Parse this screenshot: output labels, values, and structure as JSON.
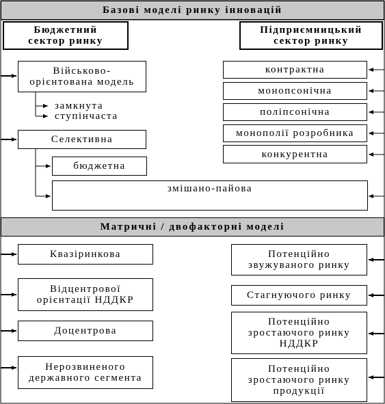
{
  "sections": {
    "base_title": "Базові моделі ринку інновацій",
    "matrix_title": "Матричні / двофакторні моделі"
  },
  "budget": {
    "header": [
      "Бюджетний",
      "сектор ринку"
    ],
    "military": [
      "Військово-",
      "орієнтована модель"
    ],
    "military_subs": [
      "замкнута",
      "ступінчаста"
    ],
    "selective": "Селективна",
    "budgetary": "бюджетна",
    "mixed": "змішано-пайова"
  },
  "business": {
    "header": [
      "Підприємницький",
      "сектор ринку"
    ],
    "items": [
      "контрактна",
      "монопсонічна",
      "поліпсонічна",
      "монополії розробника",
      "конкурентна"
    ]
  },
  "matrix_left": [
    [
      "Квазіринкова"
    ],
    [
      "Відцентрової",
      "орієнтації НДДКР"
    ],
    [
      "Доцентрова"
    ],
    [
      "Нерозвиненого",
      "державного сегмента"
    ]
  ],
  "matrix_right": [
    [
      "Потенційно",
      "звужуваного ринку"
    ],
    [
      "Стагнуючого ринку"
    ],
    [
      "Потенційно",
      "зростаючого ринку",
      "НДДКР"
    ],
    [
      "Потенційно",
      "зростаючого ринку",
      "продукції"
    ]
  ]
}
